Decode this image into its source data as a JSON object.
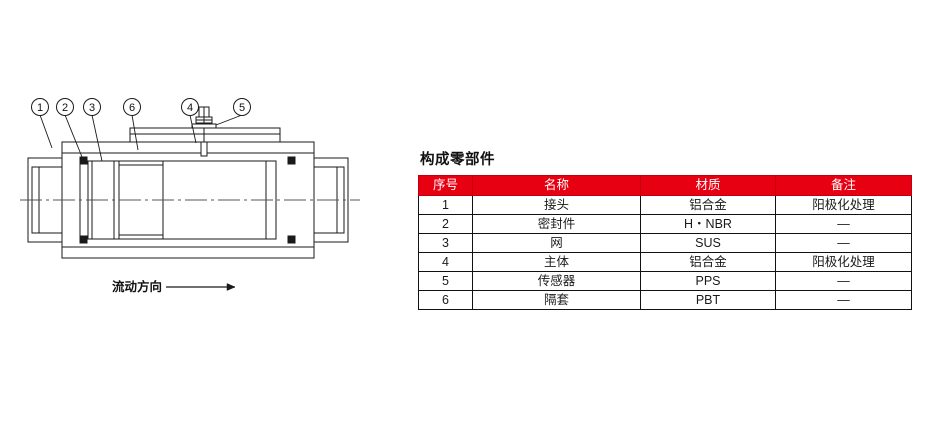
{
  "diagram": {
    "callouts": [
      {
        "id": "1",
        "label": "1"
      },
      {
        "id": "2",
        "label": "2"
      },
      {
        "id": "3",
        "label": "3"
      },
      {
        "id": "6",
        "label": "6"
      },
      {
        "id": "4",
        "label": "4"
      },
      {
        "id": "5",
        "label": "5"
      }
    ],
    "flow_label": "流动方向",
    "line_color": "#1a1a1a",
    "fill_color": "#ffffff",
    "centerline_color": "#555555"
  },
  "table": {
    "title": "构成零部件",
    "header_bg": "#e60012",
    "header_text_color": "#ffffff",
    "columns": [
      "序号",
      "名称",
      "材质",
      "备注"
    ],
    "rows": [
      {
        "no": "1",
        "name": "接头",
        "material": "铝合金",
        "note": "阳极化处理"
      },
      {
        "no": "2",
        "name": "密封件",
        "material": "H・NBR",
        "note": "—"
      },
      {
        "no": "3",
        "name": "网",
        "material": "SUS",
        "note": "—"
      },
      {
        "no": "4",
        "name": "主体",
        "material": "铝合金",
        "note": "阳极化处理"
      },
      {
        "no": "5",
        "name": "传感器",
        "material": "PPS",
        "note": "—"
      },
      {
        "no": "6",
        "name": "隔套",
        "material": "PBT",
        "note": "—"
      }
    ]
  }
}
